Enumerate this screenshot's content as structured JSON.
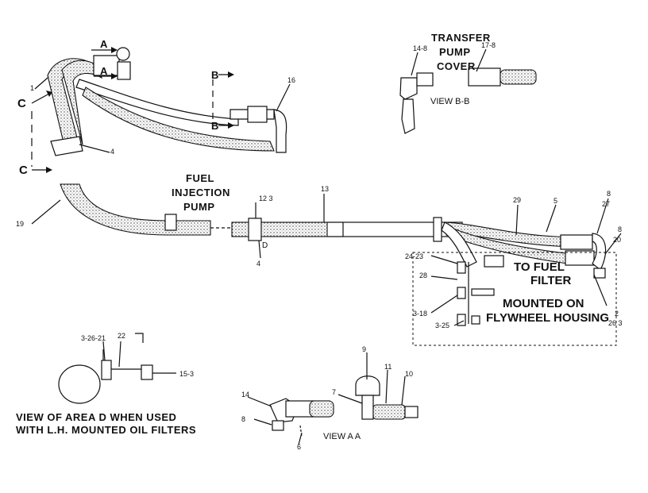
{
  "labels": {
    "transfer": "TRANSFER",
    "pump": "PUMP",
    "cover": "COVER",
    "view_bb": "VIEW  B-B",
    "fuel": "FUEL",
    "injection": "INJECTION",
    "pump2": "PUMP",
    "to_fuel": "TO FUEL",
    "filter": "FILTER",
    "mounted_on": "MOUNTED ON",
    "flywheel_housing": "FLYWHEEL HOUSING",
    "view_area_d_1": "VIEW OF AREA D WHEN USED",
    "view_area_d_2": "WITH L.H. MOUNTED OIL FILTERS",
    "view_aa": "VIEW  A A",
    "section_a_top": "A",
    "section_a_bottom": "A",
    "section_b_top": "B",
    "section_b_bottom": "B",
    "section_c_top": "C",
    "section_c_bottom": "C",
    "area_d": "D"
  },
  "callouts": {
    "c16": "16",
    "c1": "1",
    "c4a": "4",
    "c14_8": "14-8",
    "c17_8": "17-8",
    "c19": "19",
    "c12_3": "12 3",
    "c4b": "4",
    "c13": "13",
    "c29": "29",
    "c5": "5",
    "c8a": "8",
    "c27": "27",
    "c8b": "8",
    "c20": "20",
    "c24_23": "24-23",
    "c28": "28",
    "c3_18": "3-18",
    "c3_25": "3-25",
    "c2": "2",
    "c26_3": "26 3",
    "c3_26_21": "3-26-21",
    "c22": "22",
    "c15_3": "15-3",
    "c9": "9",
    "c11": "11",
    "c10": "10",
    "c14": "14",
    "c7": "7",
    "c8c": "8",
    "c6": "6"
  }
}
